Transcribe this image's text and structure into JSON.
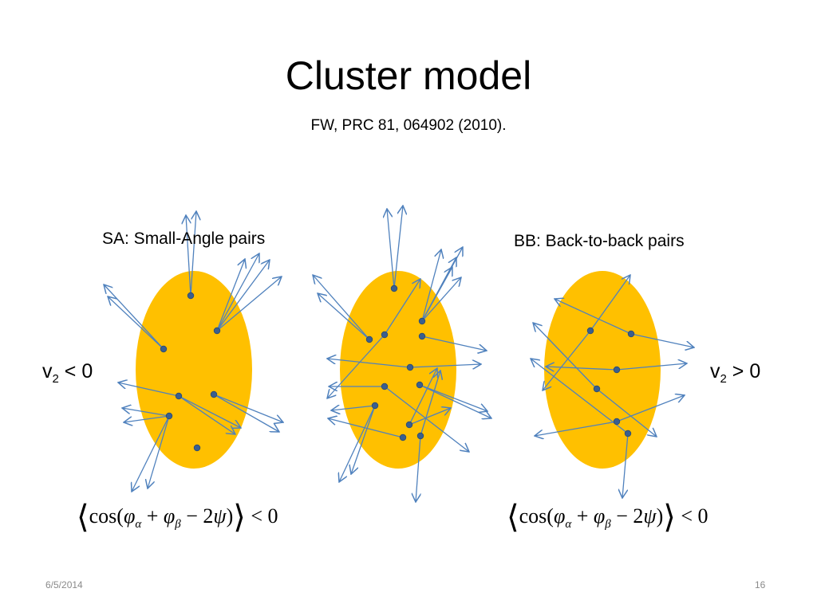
{
  "slide": {
    "title": "Cluster model",
    "reference": "FW, PRC 81, 064902 (2010).",
    "date": "6/5/2014",
    "page_number": "16"
  },
  "labels": {
    "sa": "SA: Small-Angle pairs",
    "bb": "BB: Back-to-back pairs",
    "v2_left": {
      "v": "v",
      "sub": "2",
      "rel": " < 0"
    },
    "v2_right": {
      "v": "v",
      "sub": "2",
      "rel": " > 0"
    }
  },
  "formula": {
    "func": "cos(",
    "phi1": "φ",
    "sub1": "α",
    "plus": " + ",
    "phi2": "φ",
    "sub2": "β",
    "minus": " − 2",
    "psi": "ψ",
    "close": ")",
    "rel": " < 0"
  },
  "colors": {
    "ellipse": "#FFC000",
    "arrow": "#4F81BD",
    "dot": "#3A5F8F"
  }
}
